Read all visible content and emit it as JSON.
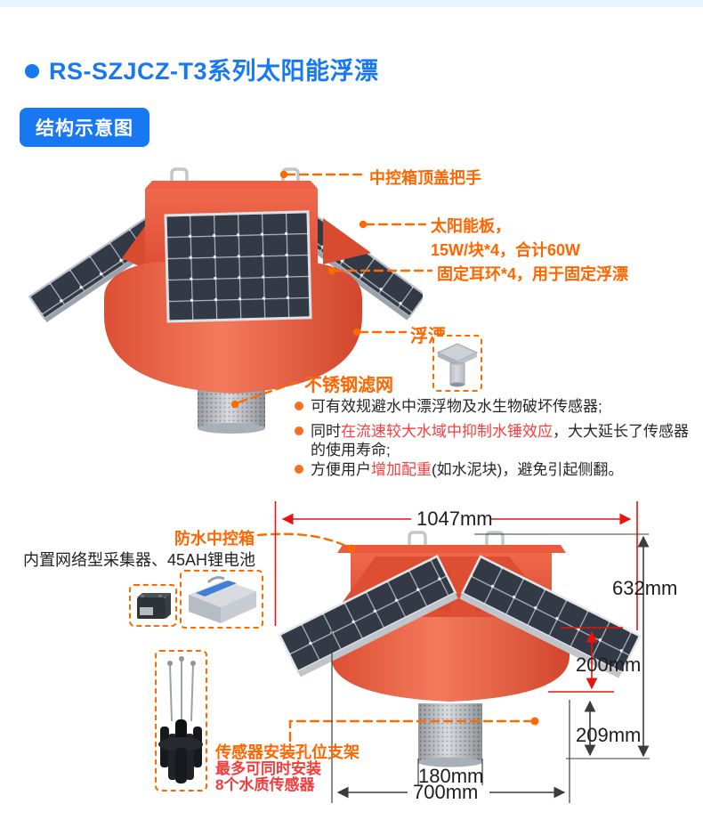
{
  "header": {
    "title": "RS-SZJCZ-T3系列太阳能浮漂",
    "badge": "结构示意图"
  },
  "callouts": {
    "handle": "中控箱顶盖把手",
    "solar_line1": "太阳能板，",
    "solar_line2": "15W/块*4，合计60W",
    "ear": "固定耳环*4，用于固定浮漂",
    "float": "浮漂",
    "filter": "不锈钢滤网"
  },
  "filter_notes": {
    "n1": "可有效规避水中漂浮物及水生物破坏传感器;",
    "n2_a": "同时",
    "n2_red": "在流速较大水域中抑制水锤效应",
    "n2_b": "，大大延长了传感器",
    "n2_wrap": "的使用寿命;",
    "n3_a": "方便用户",
    "n3_red": "增加配重",
    "n3_b": "(如水泥块)，避免引起侧翻。"
  },
  "dimension_view": {
    "box_label": "防水中控箱",
    "box_desc": "内置网络型采集器、45AH锂电池",
    "bracket_label": "传感器安装孔位支架",
    "bracket_note1": "最多可同时安装",
    "bracket_note2": "8个水质传感器",
    "dim_width": "1047mm",
    "dim_height": "632mm",
    "dim_panel_gap": "200mm",
    "dim_filter_height": "209mm",
    "dim_filter_width": "180mm",
    "dim_buoy_width": "700mm"
  },
  "colors": {
    "accent_blue": "#1778f2",
    "callout_orange": "#ff6600",
    "highlight_red": "#fb3e3e",
    "device_red": "#e8543a",
    "dim_line_red": "#e81212",
    "dim_line_black": "#3c3c3c"
  }
}
